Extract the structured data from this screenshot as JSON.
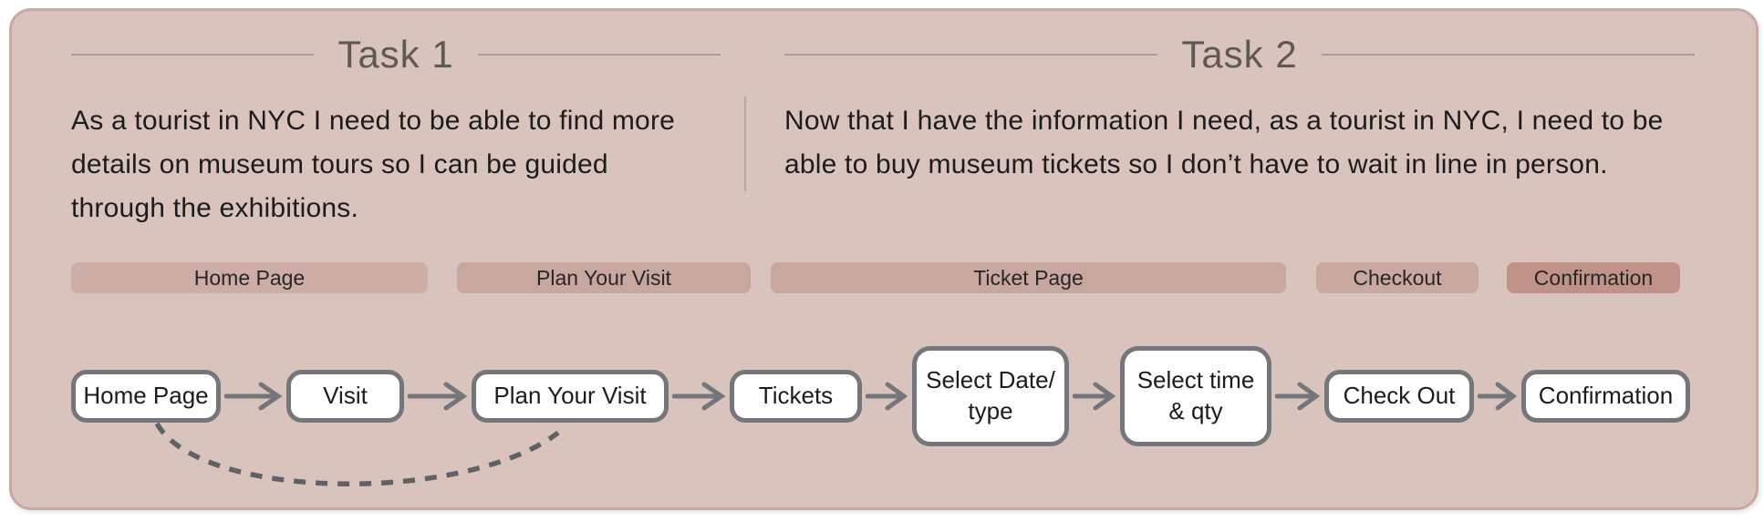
{
  "tasks": [
    {
      "title": "Task 1",
      "description": "As a tourist in NYC I need to be able to find more details on museum tours so I can be guided through the exhibitions."
    },
    {
      "title": "Task 2",
      "description": "Now that I have the information I need, as a tourist in NYC, I need to be able to buy museum tickets so I don’t have to wait in line in person."
    }
  ],
  "page_sections": [
    {
      "label": "Home Page",
      "color": "#cdada5"
    },
    {
      "label": "Plan Your Visit",
      "color": "#c8a79f"
    },
    {
      "label": "Ticket Page",
      "color": "#c8a79f"
    },
    {
      "label": "Checkout",
      "color": "#c9a8a0"
    },
    {
      "label": "Confirmation",
      "color": "#c09288"
    }
  ],
  "flow_steps": [
    {
      "label": "Home Page"
    },
    {
      "label": "Visit"
    },
    {
      "label": "Plan Your Visit"
    },
    {
      "label": "Tickets"
    },
    {
      "label": "Select Date/ type"
    },
    {
      "label": "Select time & qty"
    },
    {
      "label": "Check Out"
    },
    {
      "label": "Confirmation"
    }
  ],
  "colors": {
    "panel_bg": "#d9c3bd",
    "panel_border": "#c9a9a2",
    "node_border": "#73777b",
    "connector_gray": "#73777b",
    "loop_dash_gray": "#5d6266",
    "header_text": "#5f5955",
    "body_text": "#1c1c1e"
  }
}
